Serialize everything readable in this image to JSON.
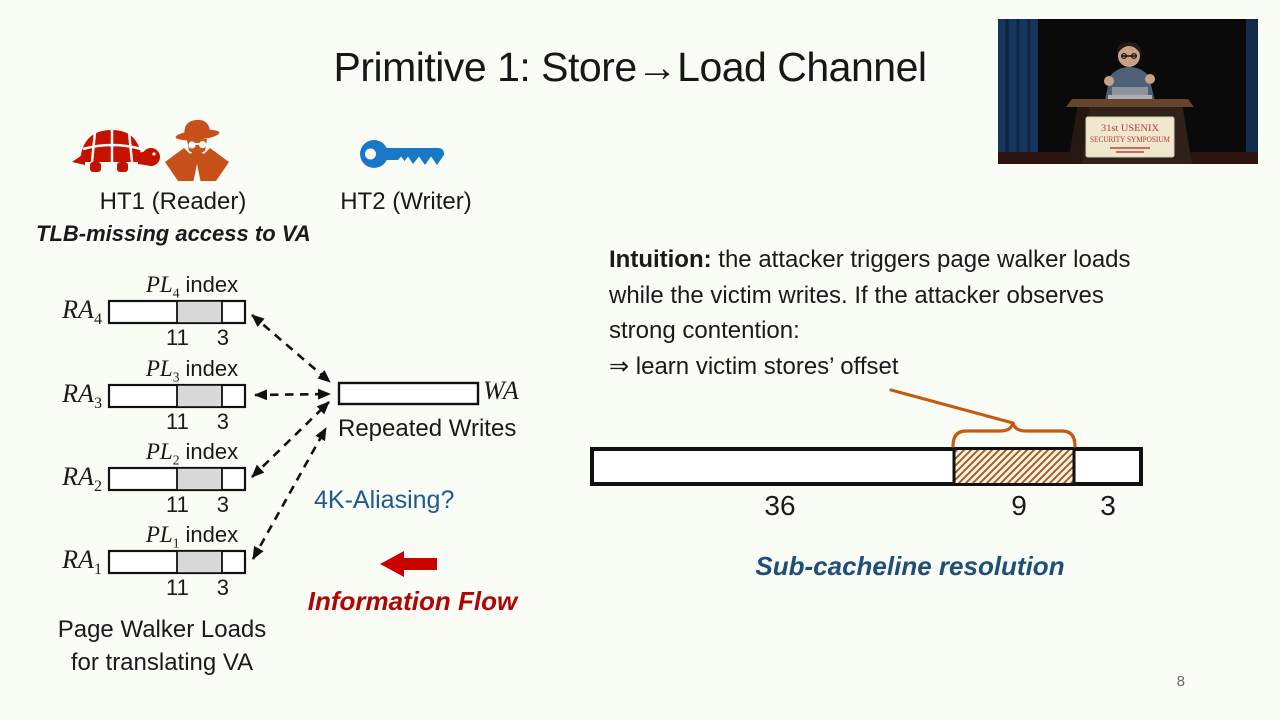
{
  "slide": {
    "title": "Primitive 1: Store→Load Channel",
    "page_number": "8"
  },
  "actors": {
    "ht1_label": "HT1 (Reader)",
    "ht1_note": "TLB-missing access to VA",
    "ht2_label": "HT2 (Writer)",
    "icons": [
      "turtle-icon",
      "spy-icon",
      "key-icon"
    ]
  },
  "diagram": {
    "rows": [
      {
        "ra_base": "RA",
        "ra_sub": "4",
        "pl_base": "PL",
        "pl_sub": "4",
        "pl_suffix": "index",
        "bit_left": "11",
        "bit_right": "3"
      },
      {
        "ra_base": "RA",
        "ra_sub": "3",
        "pl_base": "PL",
        "pl_sub": "3",
        "pl_suffix": "index",
        "bit_left": "11",
        "bit_right": "3"
      },
      {
        "ra_base": "RA",
        "ra_sub": "2",
        "pl_base": "PL",
        "pl_sub": "2",
        "pl_suffix": "index",
        "bit_left": "11",
        "bit_right": "3"
      },
      {
        "ra_base": "RA",
        "ra_sub": "1",
        "pl_base": "PL",
        "pl_sub": "1",
        "pl_suffix": "index",
        "bit_left": "11",
        "bit_right": "3"
      }
    ],
    "wa_label": "WA",
    "repeated_writes": "Repeated Writes",
    "aliasing_question": "4K-Aliasing?",
    "information_flow": "Information Flow",
    "caption_line1": "Page Walker Loads",
    "caption_line2": "for translating VA"
  },
  "intuition": {
    "prefix": "Intuition:",
    "line1_rest": " the attacker triggers page walker loads",
    "line2": "while the victim writes. If the attacker observes",
    "line3": "strong contention:",
    "line4": "⇒ learn victim stores’ offset"
  },
  "offset_bar": {
    "segments": [
      {
        "label": "36",
        "hatched": false
      },
      {
        "label": "9",
        "hatched": true
      },
      {
        "label": "3",
        "hatched": false
      }
    ],
    "caption": "Sub-cacheline resolution"
  },
  "video": {
    "sign_line1": "31st USENIX",
    "sign_line2": "SECURITY SYMPOSIUM"
  },
  "colors": {
    "accent_blue": "#20598C",
    "dark_blue": "#1F4E79",
    "flow_red": "#B00505",
    "arrow_red": "#C80000",
    "brace_orange": "#C55A11",
    "turtle_red": "#C41200",
    "spy_orange": "#C8501A",
    "key_blue": "#1878C8",
    "segment_gray": "#D9D9D9"
  }
}
